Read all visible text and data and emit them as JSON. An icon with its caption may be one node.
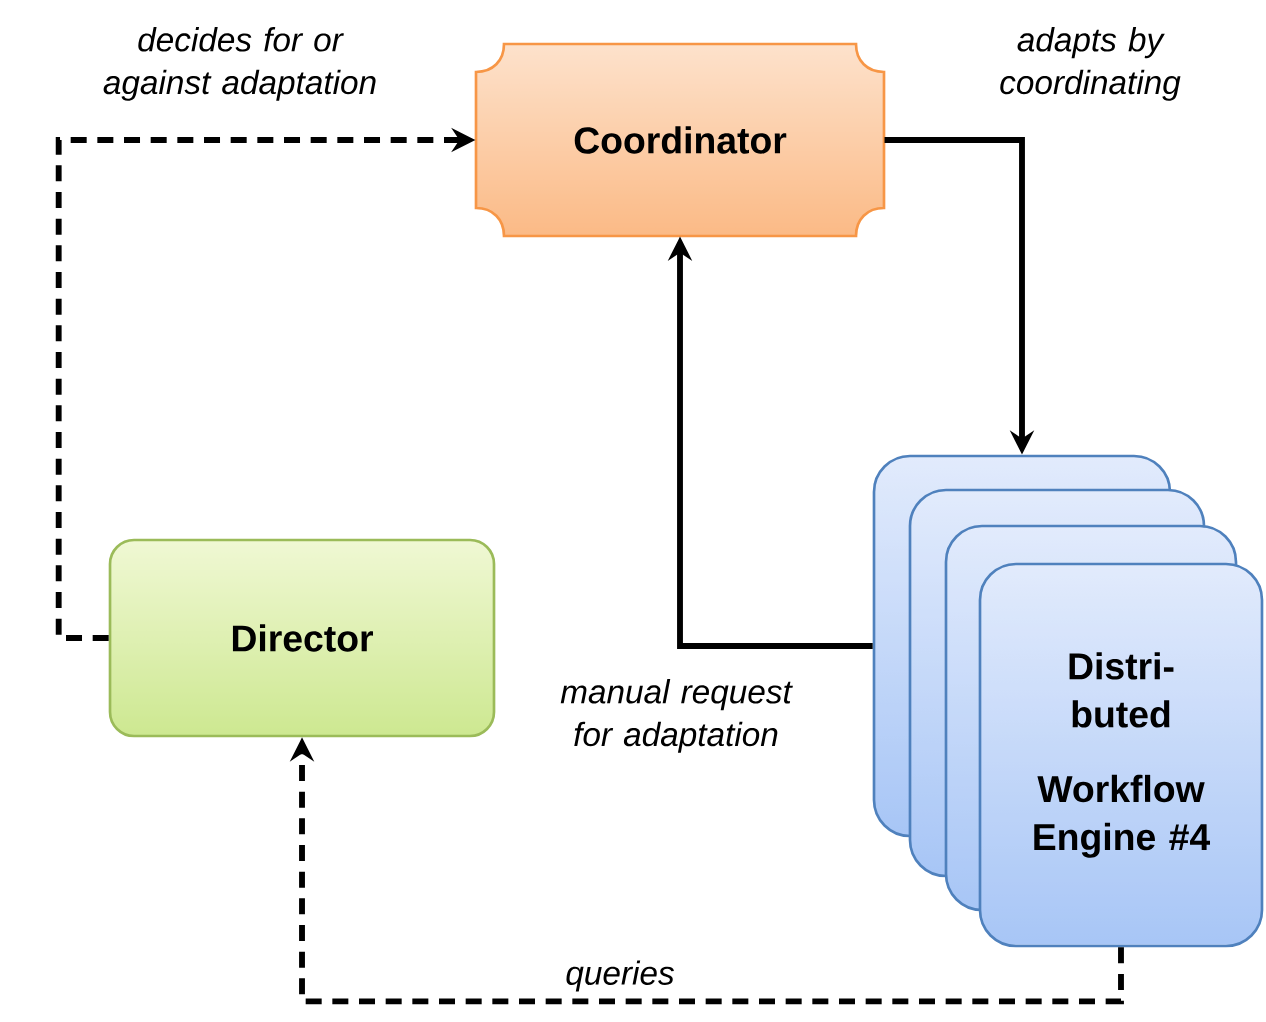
{
  "diagram": {
    "nodes": [
      {
        "text": [
          "Coordinator"
        ]
      },
      {
        "text": [
          "Director"
        ]
      },
      {
        "text": [],
        "shape": "box"
      },
      {
        "text": [],
        "shape": "box"
      },
      {
        "text": [],
        "shape": "box"
      },
      {
        "text": [
          "Distri- buted",
          "Workflow Engine #4"
        ]
      }
    ],
    "edges": [
      {
        "from": 0,
        "to": 2,
        "arrow": "to",
        "label": "adapts by coordinating"
      },
      {
        "from": 2,
        "to": 0,
        "arrow": "to",
        "label": "manual request for adaptation"
      },
      {
        "from": 1,
        "to": 0,
        "arrow": "to",
        "style": "dashed",
        "label": "decides for or against adaptation"
      },
      {
        "from": 5,
        "to": 1,
        "arrow": "to",
        "style": "dashed",
        "label": "queries"
      }
    ]
  }
}
